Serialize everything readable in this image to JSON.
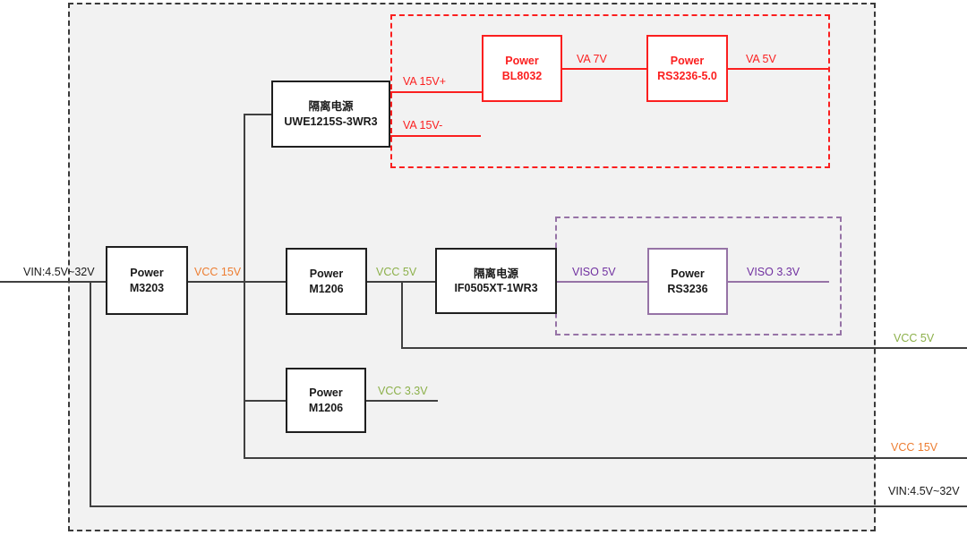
{
  "diagram": {
    "title": "power-supply-tree",
    "blocks": {
      "m3203": {
        "line1": "Power",
        "line2": "M3203"
      },
      "uwe1215s": {
        "line1": "隔离电源",
        "line2": "UWE1215S-3WR3"
      },
      "bl8032": {
        "line1": "Power",
        "line2": "BL8032"
      },
      "rs3236_50": {
        "line1": "Power",
        "line2": "RS3236-5.0"
      },
      "m1206_5v": {
        "line1": "Power",
        "line2": "M1206"
      },
      "if0505xt": {
        "line1": "隔离电源",
        "line2": "IF0505XT-1WR3"
      },
      "rs3236": {
        "line1": "Power",
        "line2": "RS3236"
      },
      "m1206_3v3": {
        "line1": "Power",
        "line2": "M1206"
      }
    },
    "nets": {
      "vin_in": "VIN:4.5V~32V",
      "vcc15_mid": "VCC 15V",
      "vcc5_mid": "VCC 5V",
      "va15_plus": "VA 15V+",
      "va15_minus": "VA 15V-",
      "va7": "VA 7V",
      "va5": "VA 5V",
      "viso5": "VISO 5V",
      "viso33": "VISO 3.3V",
      "vcc33": "VCC 3.3V",
      "vcc5_out": "VCC 5V",
      "vcc15_out": "VCC 15V",
      "vin_out": "VIN:4.5V~32V"
    },
    "colors": {
      "wire": "#404040",
      "orange": "#ED7D31",
      "green": "#8CB04A",
      "red": "#FB1F1F",
      "purple_text": "#7030A0",
      "purple_line": "#9673A6",
      "canvas_fill": "#F2F2F2",
      "frame_dash": "#3A3A3A"
    }
  }
}
